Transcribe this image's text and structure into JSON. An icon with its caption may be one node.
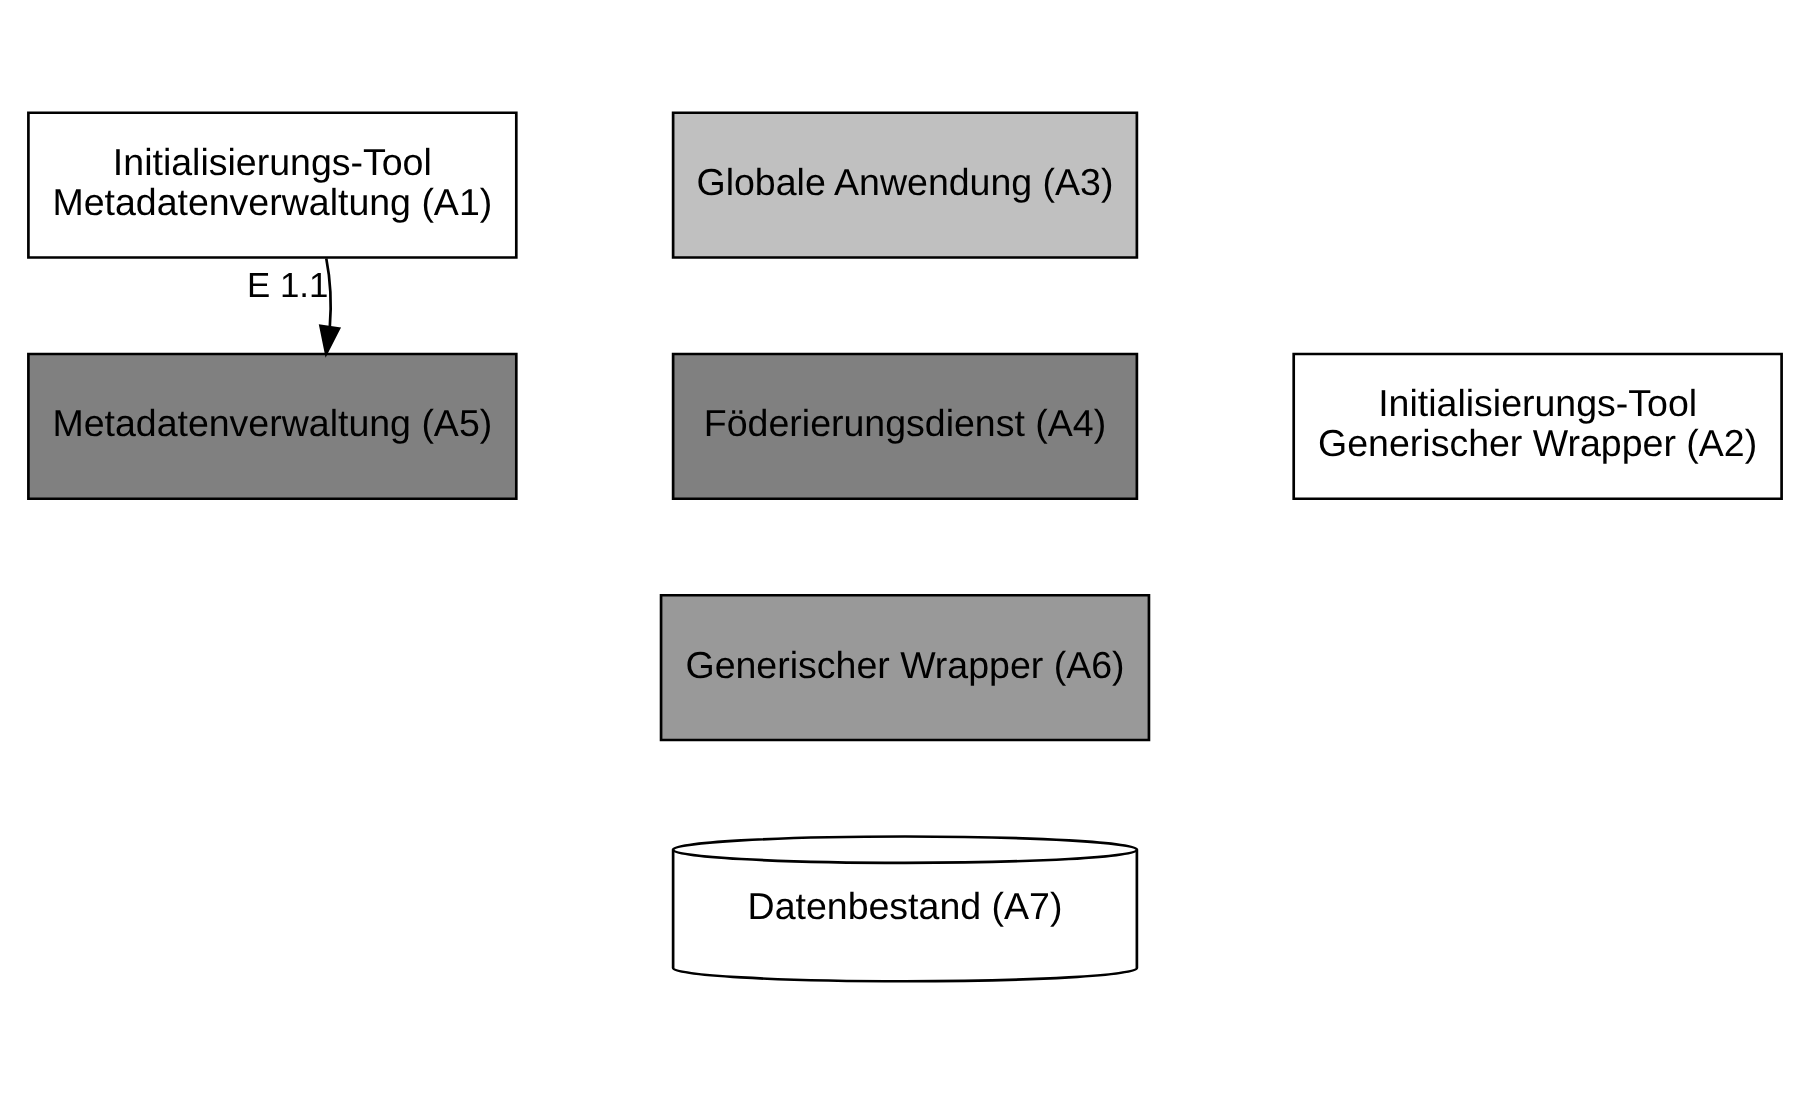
{
  "diagram": {
    "nodes": [
      {
        "text": [
          "Initialisierungs-Tool Metadatenverwaltung (A1)"
        ]
      },
      {
        "text": [
          "Globale Anwendung (A3)"
        ]
      },
      {
        "text": [
          "Initialisierungs-Tool Generischer Wrapper (A2)"
        ]
      },
      {
        "text": [
          "Metadatenverwaltung (A5)"
        ]
      },
      {
        "text": [
          "Föderierungsdienst (A4)"
        ]
      },
      {
        "text": [
          "Generischer Wrapper (A6)"
        ]
      },
      {
        "text": [
          "Datenbestand (A7)"
        ]
      }
    ],
    "edges": [
      {
        "from": 0,
        "to": 3,
        "arrow": "to",
        "label": "E 1.1"
      }
    ]
  }
}
